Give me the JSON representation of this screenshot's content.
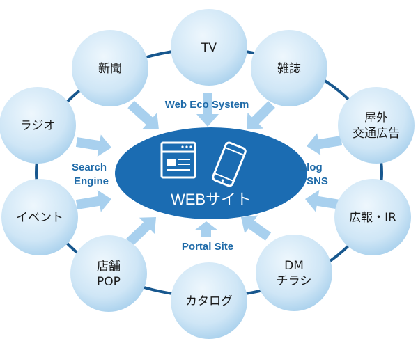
{
  "center": {
    "title": "WEBサイト"
  },
  "labels": {
    "eco_system": "Web Eco System",
    "search_line1": "Search",
    "search_line2": "Engine",
    "blog_line1": "Blog",
    "blog_line2": "・SNS",
    "portal": "Portal Site"
  },
  "nodes": [
    {
      "id": "tv",
      "lines": [
        "TV"
      ]
    },
    {
      "id": "magazine",
      "lines": [
        "雑誌"
      ]
    },
    {
      "id": "outdoor-ads",
      "lines": [
        "屋外",
        "交通広告"
      ]
    },
    {
      "id": "pr-ir",
      "lines": [
        "広報・IR"
      ]
    },
    {
      "id": "dm-flyer",
      "lines": [
        "DM",
        "チラシ"
      ]
    },
    {
      "id": "catalog",
      "lines": [
        "カタログ"
      ]
    },
    {
      "id": "store-pop",
      "lines": [
        "店舗",
        "POP"
      ]
    },
    {
      "id": "event",
      "lines": [
        "イベント"
      ]
    },
    {
      "id": "radio",
      "lines": [
        "ラジオ"
      ]
    },
    {
      "id": "newspaper",
      "lines": [
        "新聞"
      ]
    }
  ],
  "colors": {
    "bubble_light": "#eaf4fb",
    "bubble_dark": "#a9d2ee",
    "ring": "#17578e",
    "center": "#1b6cb2",
    "arrow": "#a8d0ee",
    "label": "#1e6aa8"
  },
  "icons": [
    "browser-window-icon",
    "smartphone-icon"
  ]
}
